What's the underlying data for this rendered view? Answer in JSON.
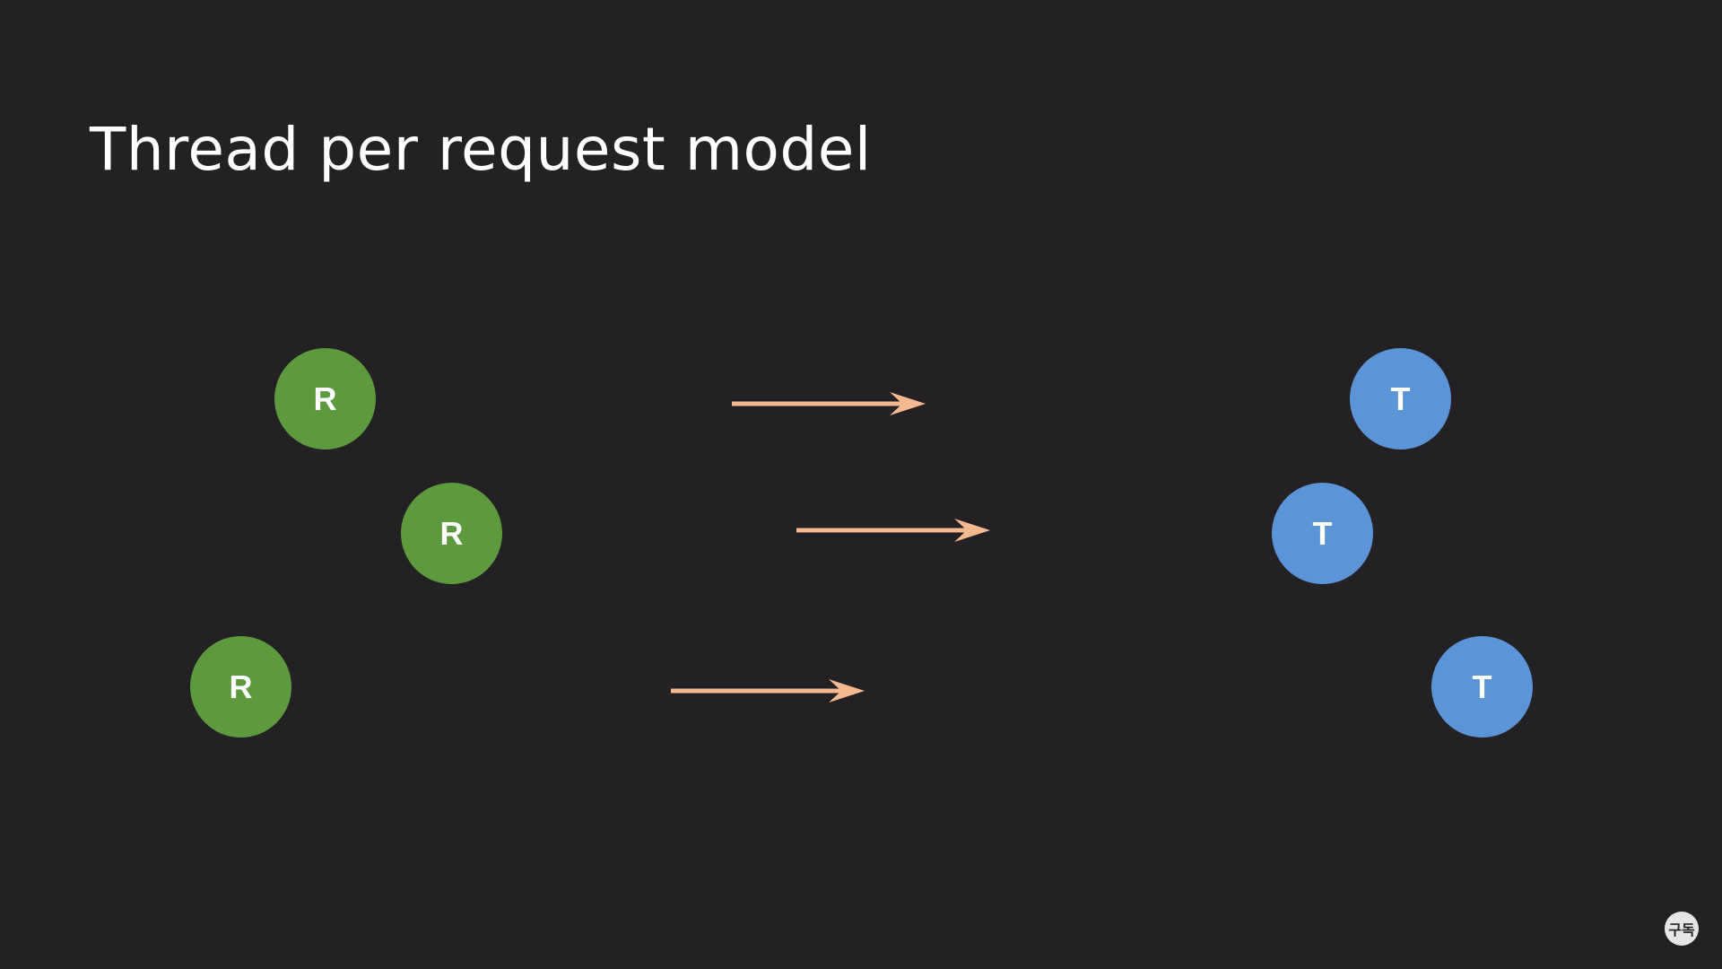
{
  "slide": {
    "title": "Thread per request model",
    "request_label": "R",
    "thread_label": "T",
    "badge_text": "구독"
  },
  "colors": {
    "background": "#232124",
    "request_node": "#5d9a3e",
    "thread_node": "#5b95d8",
    "arrow": "#f5b990",
    "title_text": "#ffffff"
  },
  "icons": {
    "arrow": "right-arrow-icon",
    "badge": "subscribe-badge-icon"
  }
}
